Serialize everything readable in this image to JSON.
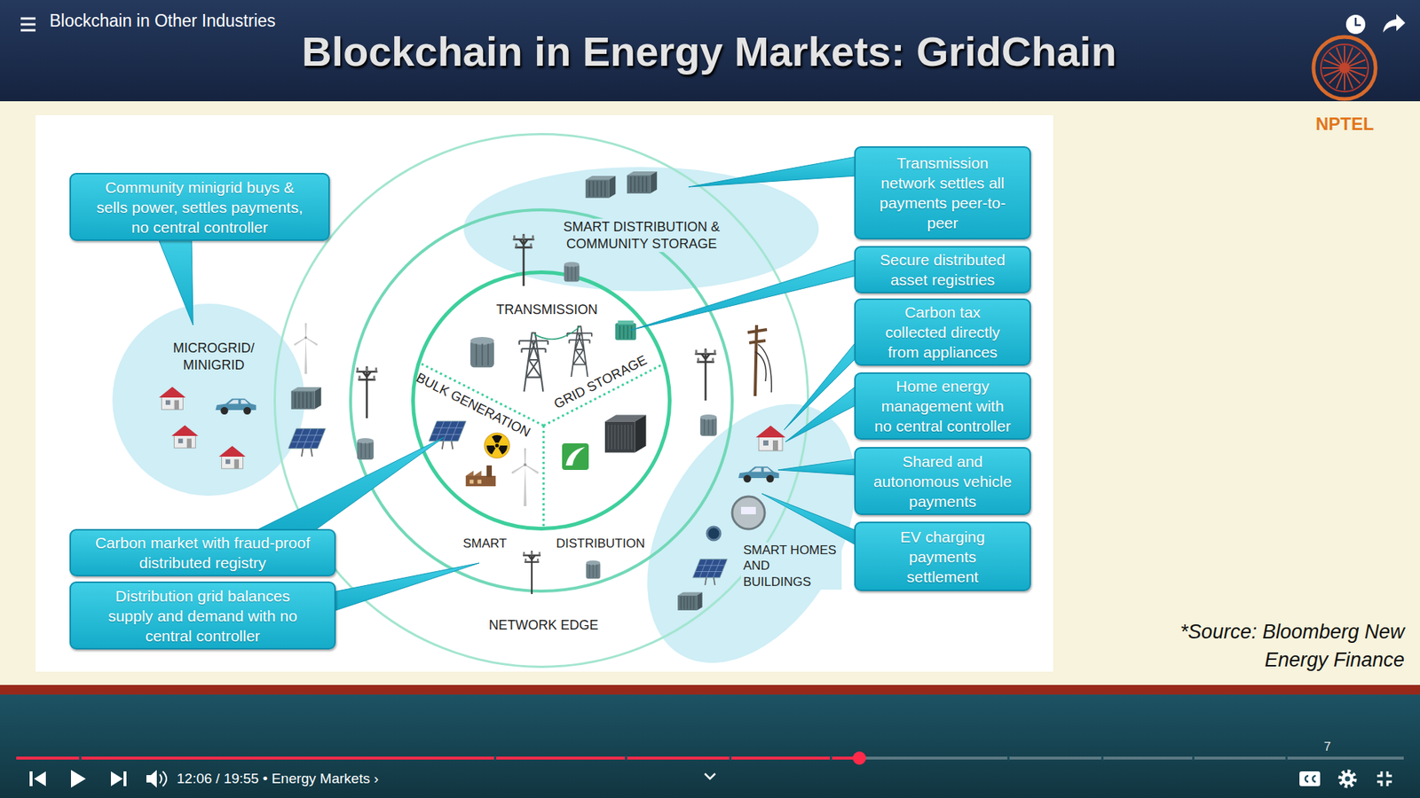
{
  "diagram": {
    "title": "Blockchain in Energy Markets: GridChain",
    "nodes": [
      {
        "text": [
          "Community minigrid buys & sells power, settles payments, no central controller"
        ]
      },
      {
        "text": [
          "Transmission network settles all payments peer-to-peer"
        ]
      },
      {
        "text": [
          "Secure distributed asset registries"
        ]
      },
      {
        "text": [
          "Carbon tax collected directly from appliances"
        ]
      },
      {
        "text": [
          "Home energy management with no central controller"
        ]
      },
      {
        "text": [
          "Shared and autonomous vehicle payments"
        ]
      },
      {
        "text": [
          "EV charging payments settlement"
        ]
      },
      {
        "text": [
          "NETWORK EDGE"
        ]
      },
      {
        "text": [
          "SMART",
          "DISTRIBUTION"
        ],
        "in": 7
      },
      {
        "text": [
          "TRANSMISSION",
          "BULK GENERATION",
          "GRID STORAGE"
        ],
        "in": 8
      },
      {
        "text": [
          "SMART DISTRIBUTION & COMMUNITY STORAGE"
        ],
        "in": 7
      },
      {
        "text": [
          "MICROGRID/ MINIGRID"
        ]
      },
      {
        "text": [
          "SMART HOMES AND BUILDINGS"
        ]
      },
      {
        "text": [
          "Carbon market with fraud-proof distributed registry"
        ]
      },
      {
        "text": [
          "Distribution grid balances supply and demand with no central controller"
        ]
      }
    ],
    "labels": [
      "Blockchain in Other Industries",
      "NPTEL",
      "*Source: Bloomberg New Energy Finance",
      "12:06 / 19:55 • Energy Markets ›",
      "7"
    ]
  }
}
